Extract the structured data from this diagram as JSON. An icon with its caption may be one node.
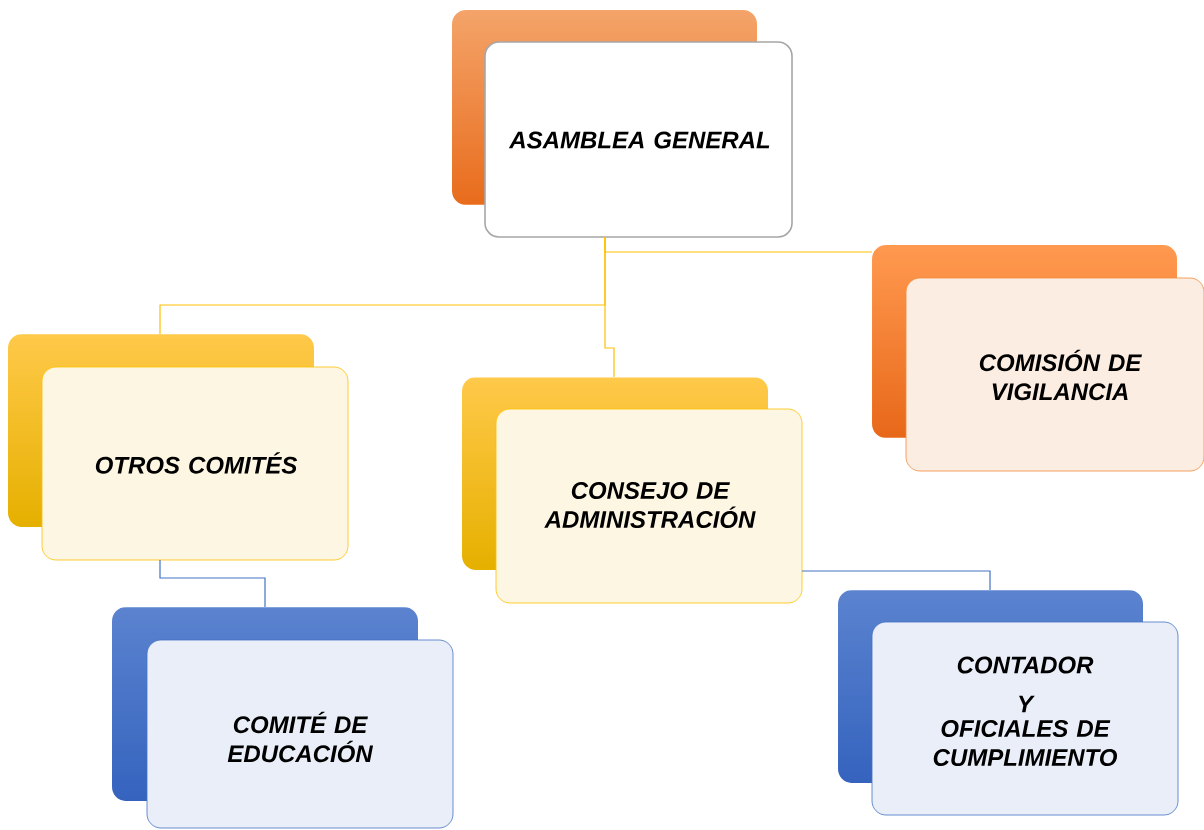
{
  "diagram": {
    "nodes": [
      {
        "text": [
          "ASAMBLEA GENERAL"
        ]
      },
      {
        "text": [
          "COMISIÓN DE VIGILANCIA"
        ]
      },
      {
        "text": [
          "OTROS COMITÉS"
        ]
      },
      {
        "text": [
          "CONSEJO DE ADMINISTRACIÓN"
        ]
      },
      {
        "text": [
          "COMITÉ DE EDUCACIÓN"
        ]
      },
      {
        "text": [
          "CONTADOR",
          "Y",
          "OFICIALES DE CUMPLIMIENTO"
        ]
      }
    ],
    "edges": [
      {
        "from": 0,
        "to": 1,
        "arrow": "none"
      },
      {
        "from": 0,
        "to": 2,
        "arrow": "none"
      },
      {
        "from": 0,
        "to": 3,
        "arrow": "none"
      },
      {
        "from": 2,
        "to": 4,
        "arrow": "none",
        "color": "#4472c4"
      },
      {
        "from": 3,
        "to": 5,
        "arrow": "none",
        "color": "#4472c4"
      }
    ]
  }
}
